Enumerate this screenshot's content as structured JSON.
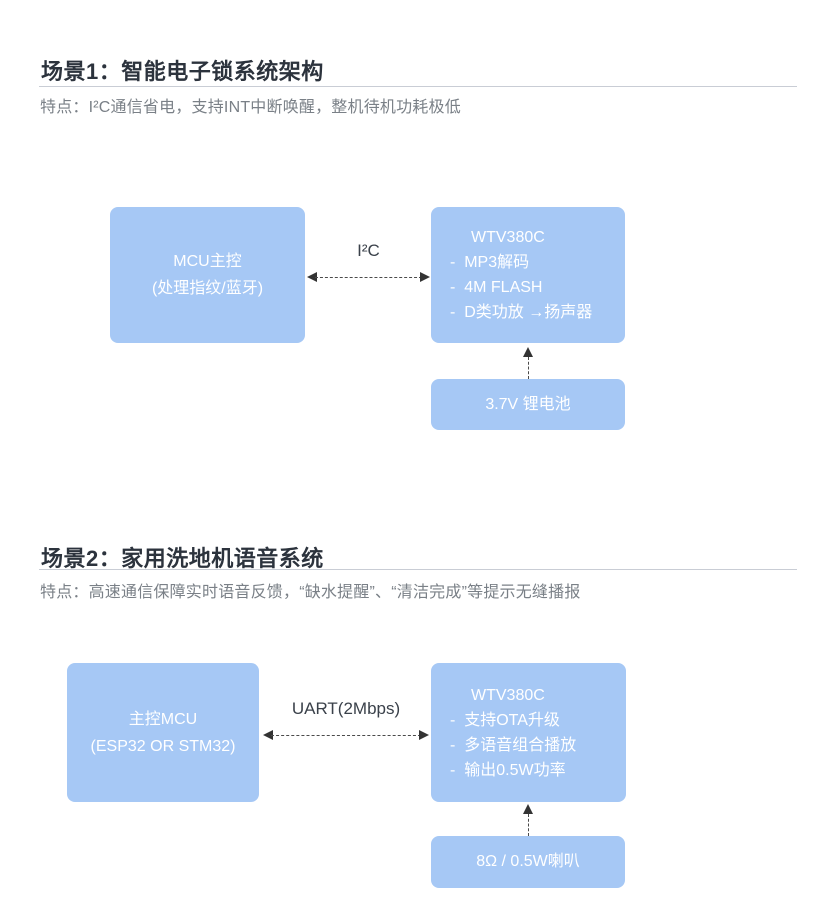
{
  "colors": {
    "box_fill": "#a6c8f5",
    "box_text": "#ffffff",
    "title_text": "#2c333d",
    "feature_text": "#7a8087",
    "divider": "#c9cdd5",
    "arrow": "#333333",
    "arrow_label": "#3a414a",
    "background": "#ffffff"
  },
  "scene1": {
    "title": "场景1：智能电子锁系统架构",
    "feature": "特点：I²C通信省电，支持INT中断唤醒，整机待机功耗极低",
    "mcu_box": {
      "line1": "MCU主控",
      "line2": "(处理指纹/蓝牙)"
    },
    "bus_label": "I²C",
    "chip_box": {
      "title": "WTV380C",
      "items": [
        "-  MP3解码",
        "-  4M FLASH",
        "-  D类功放 →扬声器"
      ]
    },
    "battery_box": "3.7V 锂电池"
  },
  "scene2": {
    "title": "场景2：家用洗地机语音系统",
    "feature": "特点：高速通信保障实时语音反馈，“缺水提醒”、“清洁完成”等提示无缝播报",
    "mcu_box": {
      "line1": "主控MCU",
      "line2": "(ESP32 OR STM32)"
    },
    "bus_label": "UART(2Mbps)",
    "chip_box": {
      "title": "WTV380C",
      "items": [
        "-  支持OTA升级",
        "-  多语音组合播放",
        "-  输出0.5W功率"
      ]
    },
    "speaker_box": "8Ω / 0.5W喇叭"
  }
}
